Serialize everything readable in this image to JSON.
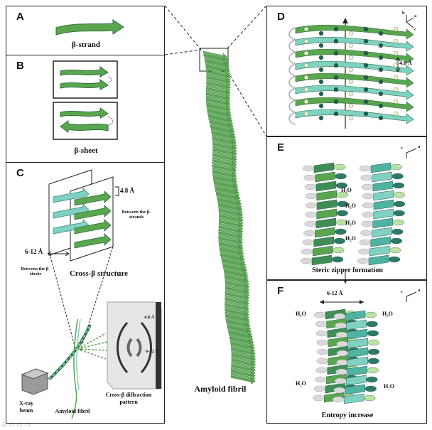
{
  "panels": {
    "A": {
      "label": "A",
      "caption": "β-strand"
    },
    "B": {
      "label": "B",
      "caption": "β-sheet"
    },
    "C": {
      "label": "C",
      "caption": "Cross-β structure",
      "spacing_strands": "4.8 Å",
      "note_strands": "Between the β-strands",
      "spacing_sheets": "6-12 Å",
      "note_sheets": "Between the β-sheets",
      "xray_label": "X-ray beam",
      "fibril_label": "Amyloid fibril",
      "diffraction_label": "Cross-β diffraction pattern",
      "diff_48": "4.8 Å",
      "diff_612": "6-12 Å"
    },
    "D": {
      "label": "D",
      "spacing": "4.8 Å",
      "axes": [
        "b",
        "a",
        "c"
      ]
    },
    "E": {
      "label": "E",
      "caption": "Steric zipper formation",
      "water": [
        "H₂O",
        "H₂O",
        "H₂O",
        "H₂O"
      ],
      "axes": [
        "c",
        "a"
      ]
    },
    "F": {
      "label": "F",
      "caption": "Entropy increase",
      "spacing": "6-12 Å",
      "water": [
        "H₂O",
        "H₂O",
        "H₂O",
        "H₂O"
      ],
      "axes": [
        "c",
        "a"
      ]
    }
  },
  "center": {
    "caption": "Amyloid fibril"
  },
  "colors": {
    "green": "#5aa64f",
    "dark_green": "#2f6f3a",
    "teal": "#7fd1c2",
    "gray": "#d9d9d9"
  }
}
